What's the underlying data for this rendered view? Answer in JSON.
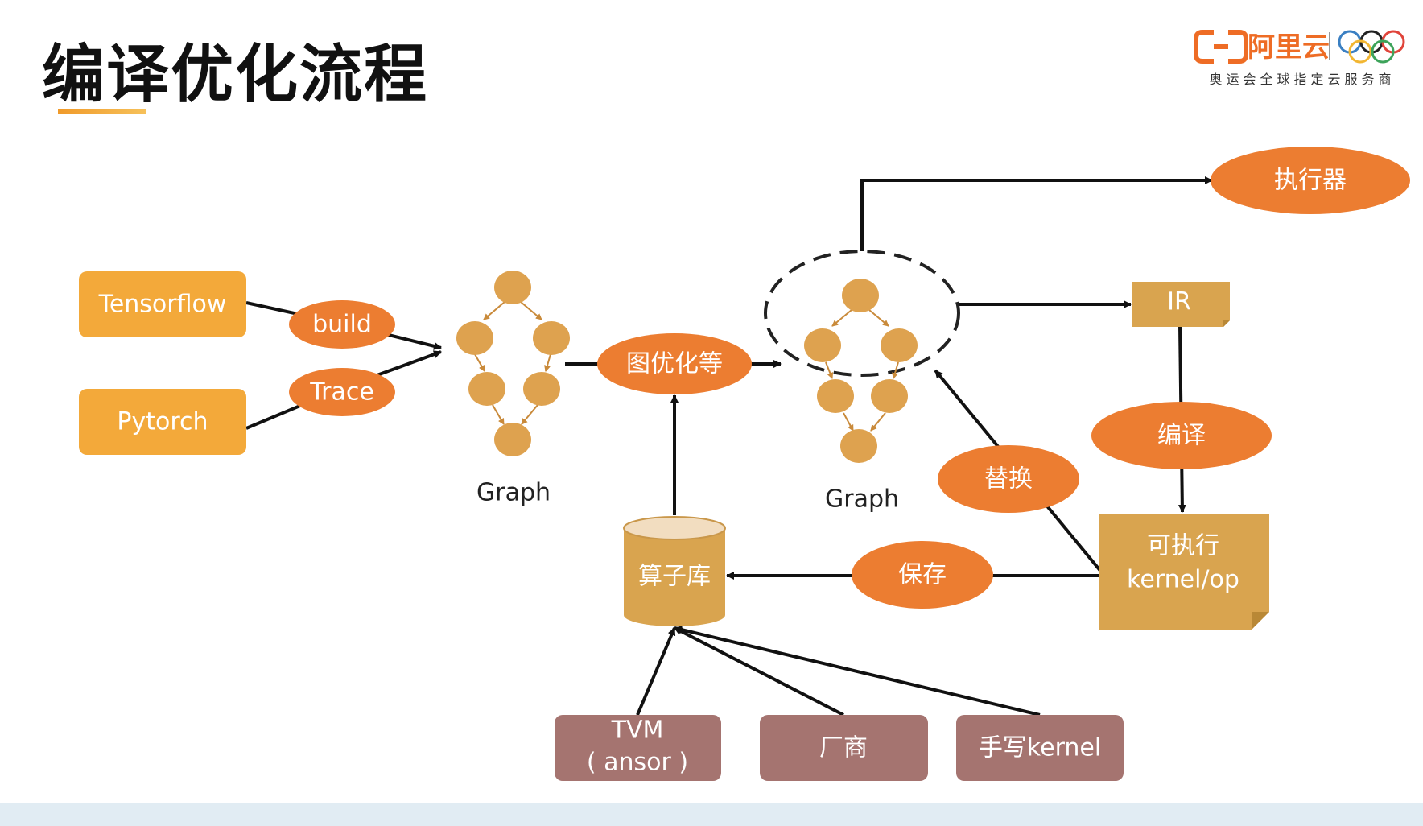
{
  "title": "编译优化流程",
  "logo": {
    "brand_text": "阿里云",
    "tagline": "奥运会全球指定云服务商"
  },
  "colors": {
    "box_orange": "#f3a93a",
    "ellipse_orange": "#ec7d31",
    "graph_node": "#dea24f",
    "tan_box": "#d9a44f",
    "mauve_box": "#a57470",
    "arrow": "#111111"
  },
  "diagram": {
    "frameworks": [
      "Tensorflow",
      "Pytorch"
    ],
    "capture_methods": [
      "build",
      "Trace"
    ],
    "graph_label_1": "Graph",
    "graph_label_2": "Graph",
    "graph_optimization": "图优化等",
    "executor": "执行器",
    "ir": "IR",
    "compile": "编译",
    "replace": "替换",
    "executable": {
      "line1": "可执行",
      "line2": "kernel/op"
    },
    "save": "保存",
    "op_library": "算子库",
    "sources": [
      {
        "line1": "TVM",
        "line2": "( ansor )"
      },
      {
        "line1": "厂商",
        "line2": ""
      },
      {
        "line1": "手写kernel",
        "line2": ""
      }
    ]
  }
}
